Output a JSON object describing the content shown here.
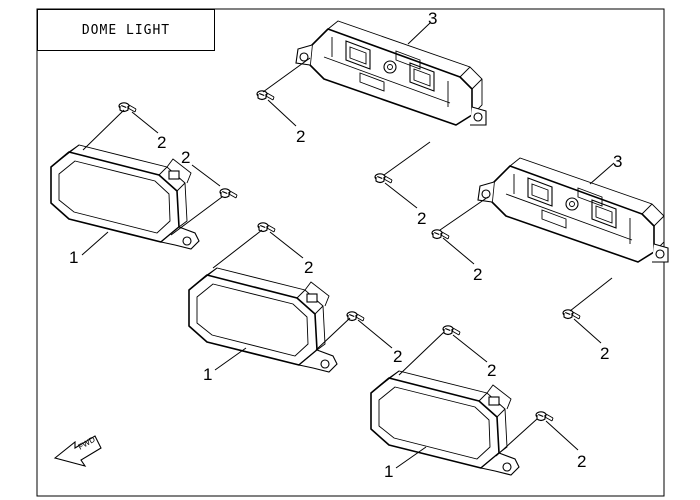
{
  "diagram": {
    "title": "DOME LIGHT",
    "callouts": {
      "lamp_assembly": "1",
      "screw": "2",
      "bracket": "3"
    },
    "direction_marker": "FWD"
  }
}
